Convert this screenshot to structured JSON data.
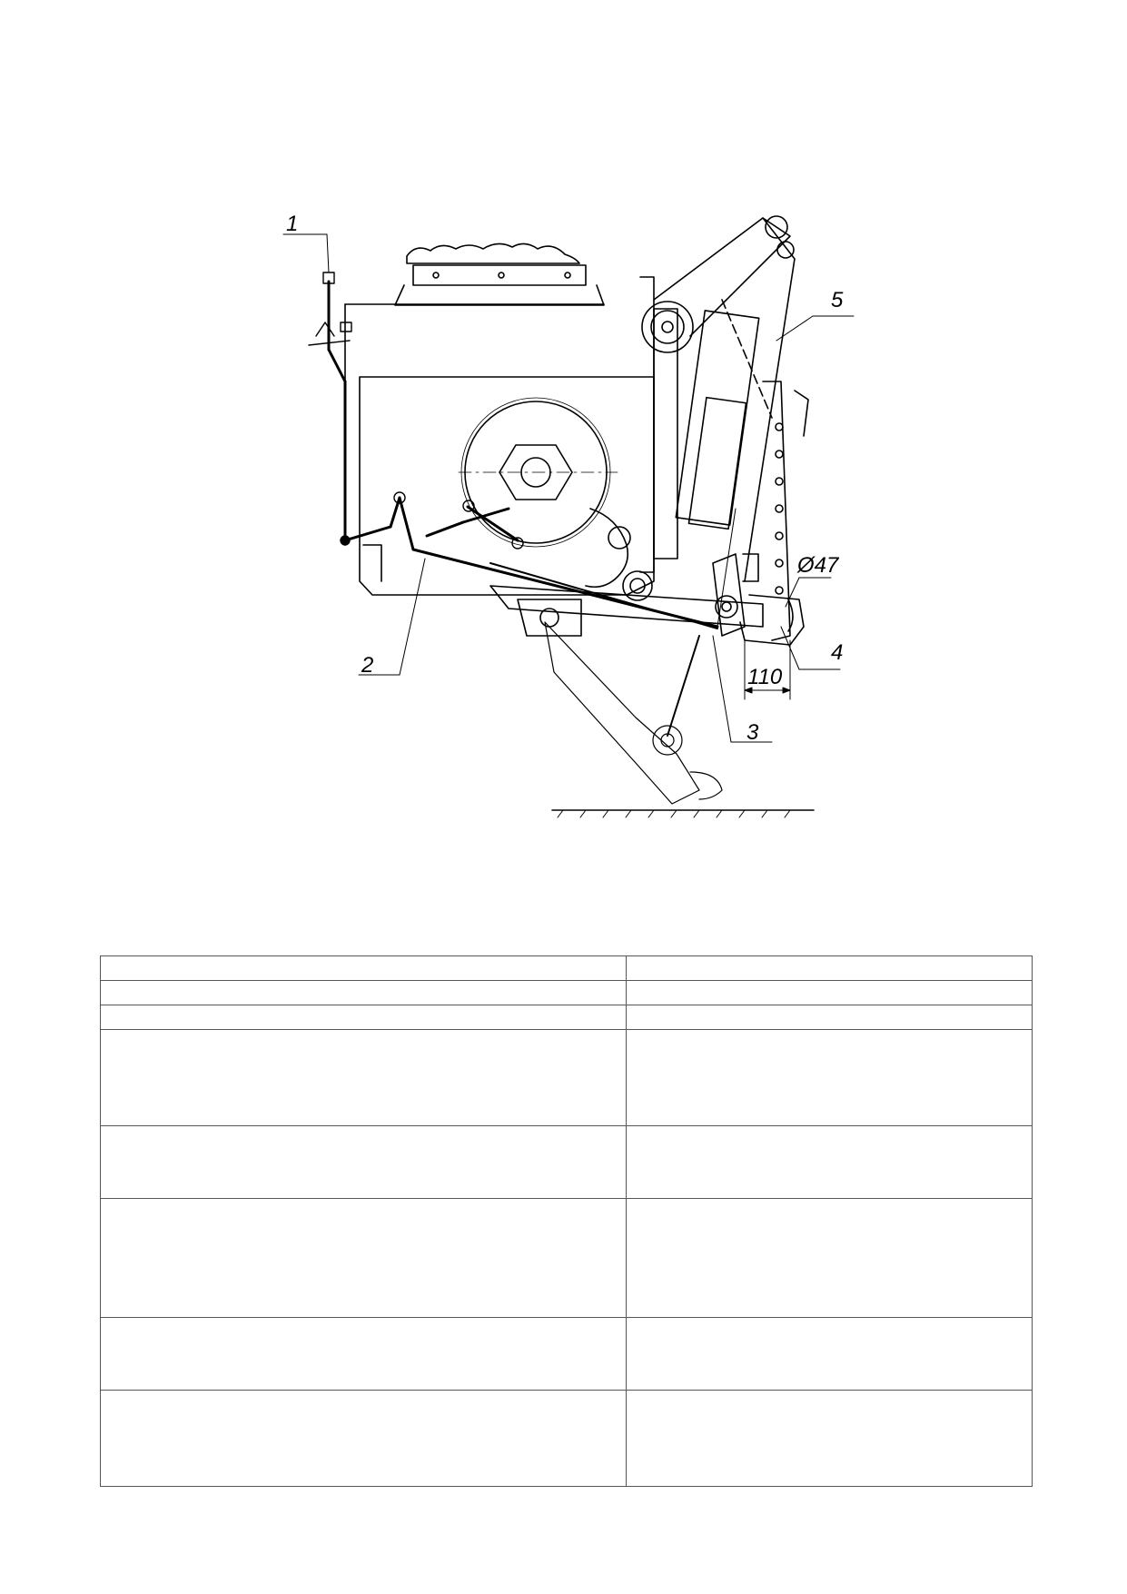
{
  "drawing": {
    "callouts": [
      "1",
      "2",
      "3",
      "4",
      "5"
    ],
    "dimensions": {
      "diameter": "Ø47",
      "length": "110"
    }
  },
  "table": {
    "rows": [
      {
        "param": "",
        "value": ""
      },
      {
        "param": "",
        "value": ""
      },
      {
        "param": "",
        "value": ""
      },
      {
        "param": "",
        "value": ""
      },
      {
        "param": "",
        "value": ""
      },
      {
        "param": "",
        "value": ""
      },
      {
        "param": "",
        "value": ""
      },
      {
        "param": "",
        "value": ""
      }
    ]
  }
}
